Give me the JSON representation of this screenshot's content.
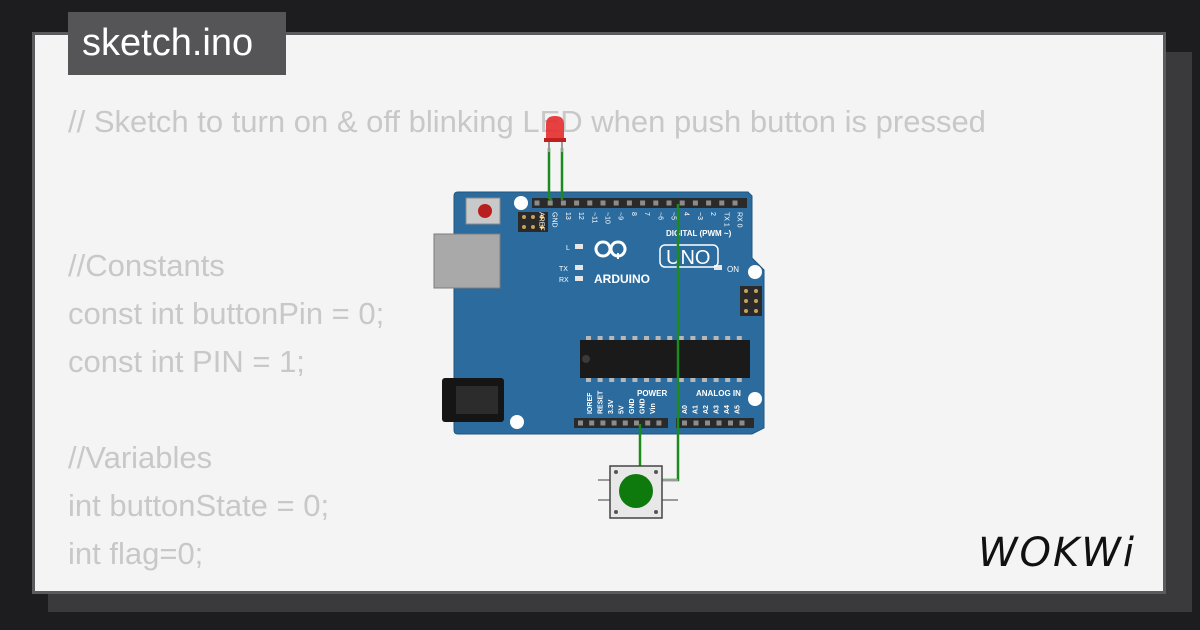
{
  "file_tab": {
    "label": "sketch.ino"
  },
  "code": {
    "comment_line": "// Sketch to turn on & off blinking LED when push button is pressed",
    "constants_header": "//Constants",
    "const_button": "const int buttonPin = 0;",
    "const_pin": "const int PIN = 1;",
    "variables_header": "//Variables",
    "var_state": "int buttonState = 0;",
    "var_flag": "int flag=0;"
  },
  "board": {
    "brand": "ARDUINO",
    "model": "UNO",
    "digital_header": "DIGITAL (PWM ~)",
    "power_header": "POWER",
    "analog_header": "ANALOG IN",
    "on_label": "ON",
    "led_l": "L",
    "led_tx": "TX",
    "led_rx": "RX",
    "digital_pins": [
      "AREF",
      "GND",
      "13",
      "12",
      "~11",
      "~10",
      "~9",
      "8",
      "7",
      "~6",
      "~5",
      "4",
      "~3",
      "2",
      "TX 1",
      "RX 0"
    ],
    "power_pins": [
      "IOREF",
      "RESET",
      "3.3V",
      "5V",
      "GND",
      "GND",
      "Vin"
    ],
    "analog_pins": [
      "A0",
      "A1",
      "A2",
      "A3",
      "A4",
      "A5"
    ]
  },
  "logo": {
    "text": "WOKWi"
  },
  "colors": {
    "board_blue": "#2b6b9e",
    "wire_green": "#1c8a1c",
    "button_green": "#0e7a0e",
    "led_red": "#e62c2c"
  }
}
